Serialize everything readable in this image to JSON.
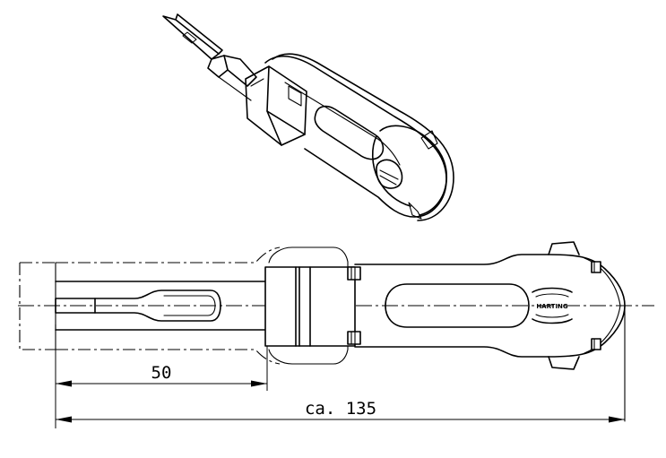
{
  "drawing": {
    "brand_text": "HARTING",
    "dimensions": [
      {
        "label": "50",
        "value": 50
      },
      {
        "label": "ca. 135",
        "value": 135
      }
    ]
  },
  "colors": {
    "line": "#000000",
    "background": "#ffffff"
  },
  "icons": [
    "removal-tool-isometric-view",
    "removal-tool-side-view"
  ]
}
